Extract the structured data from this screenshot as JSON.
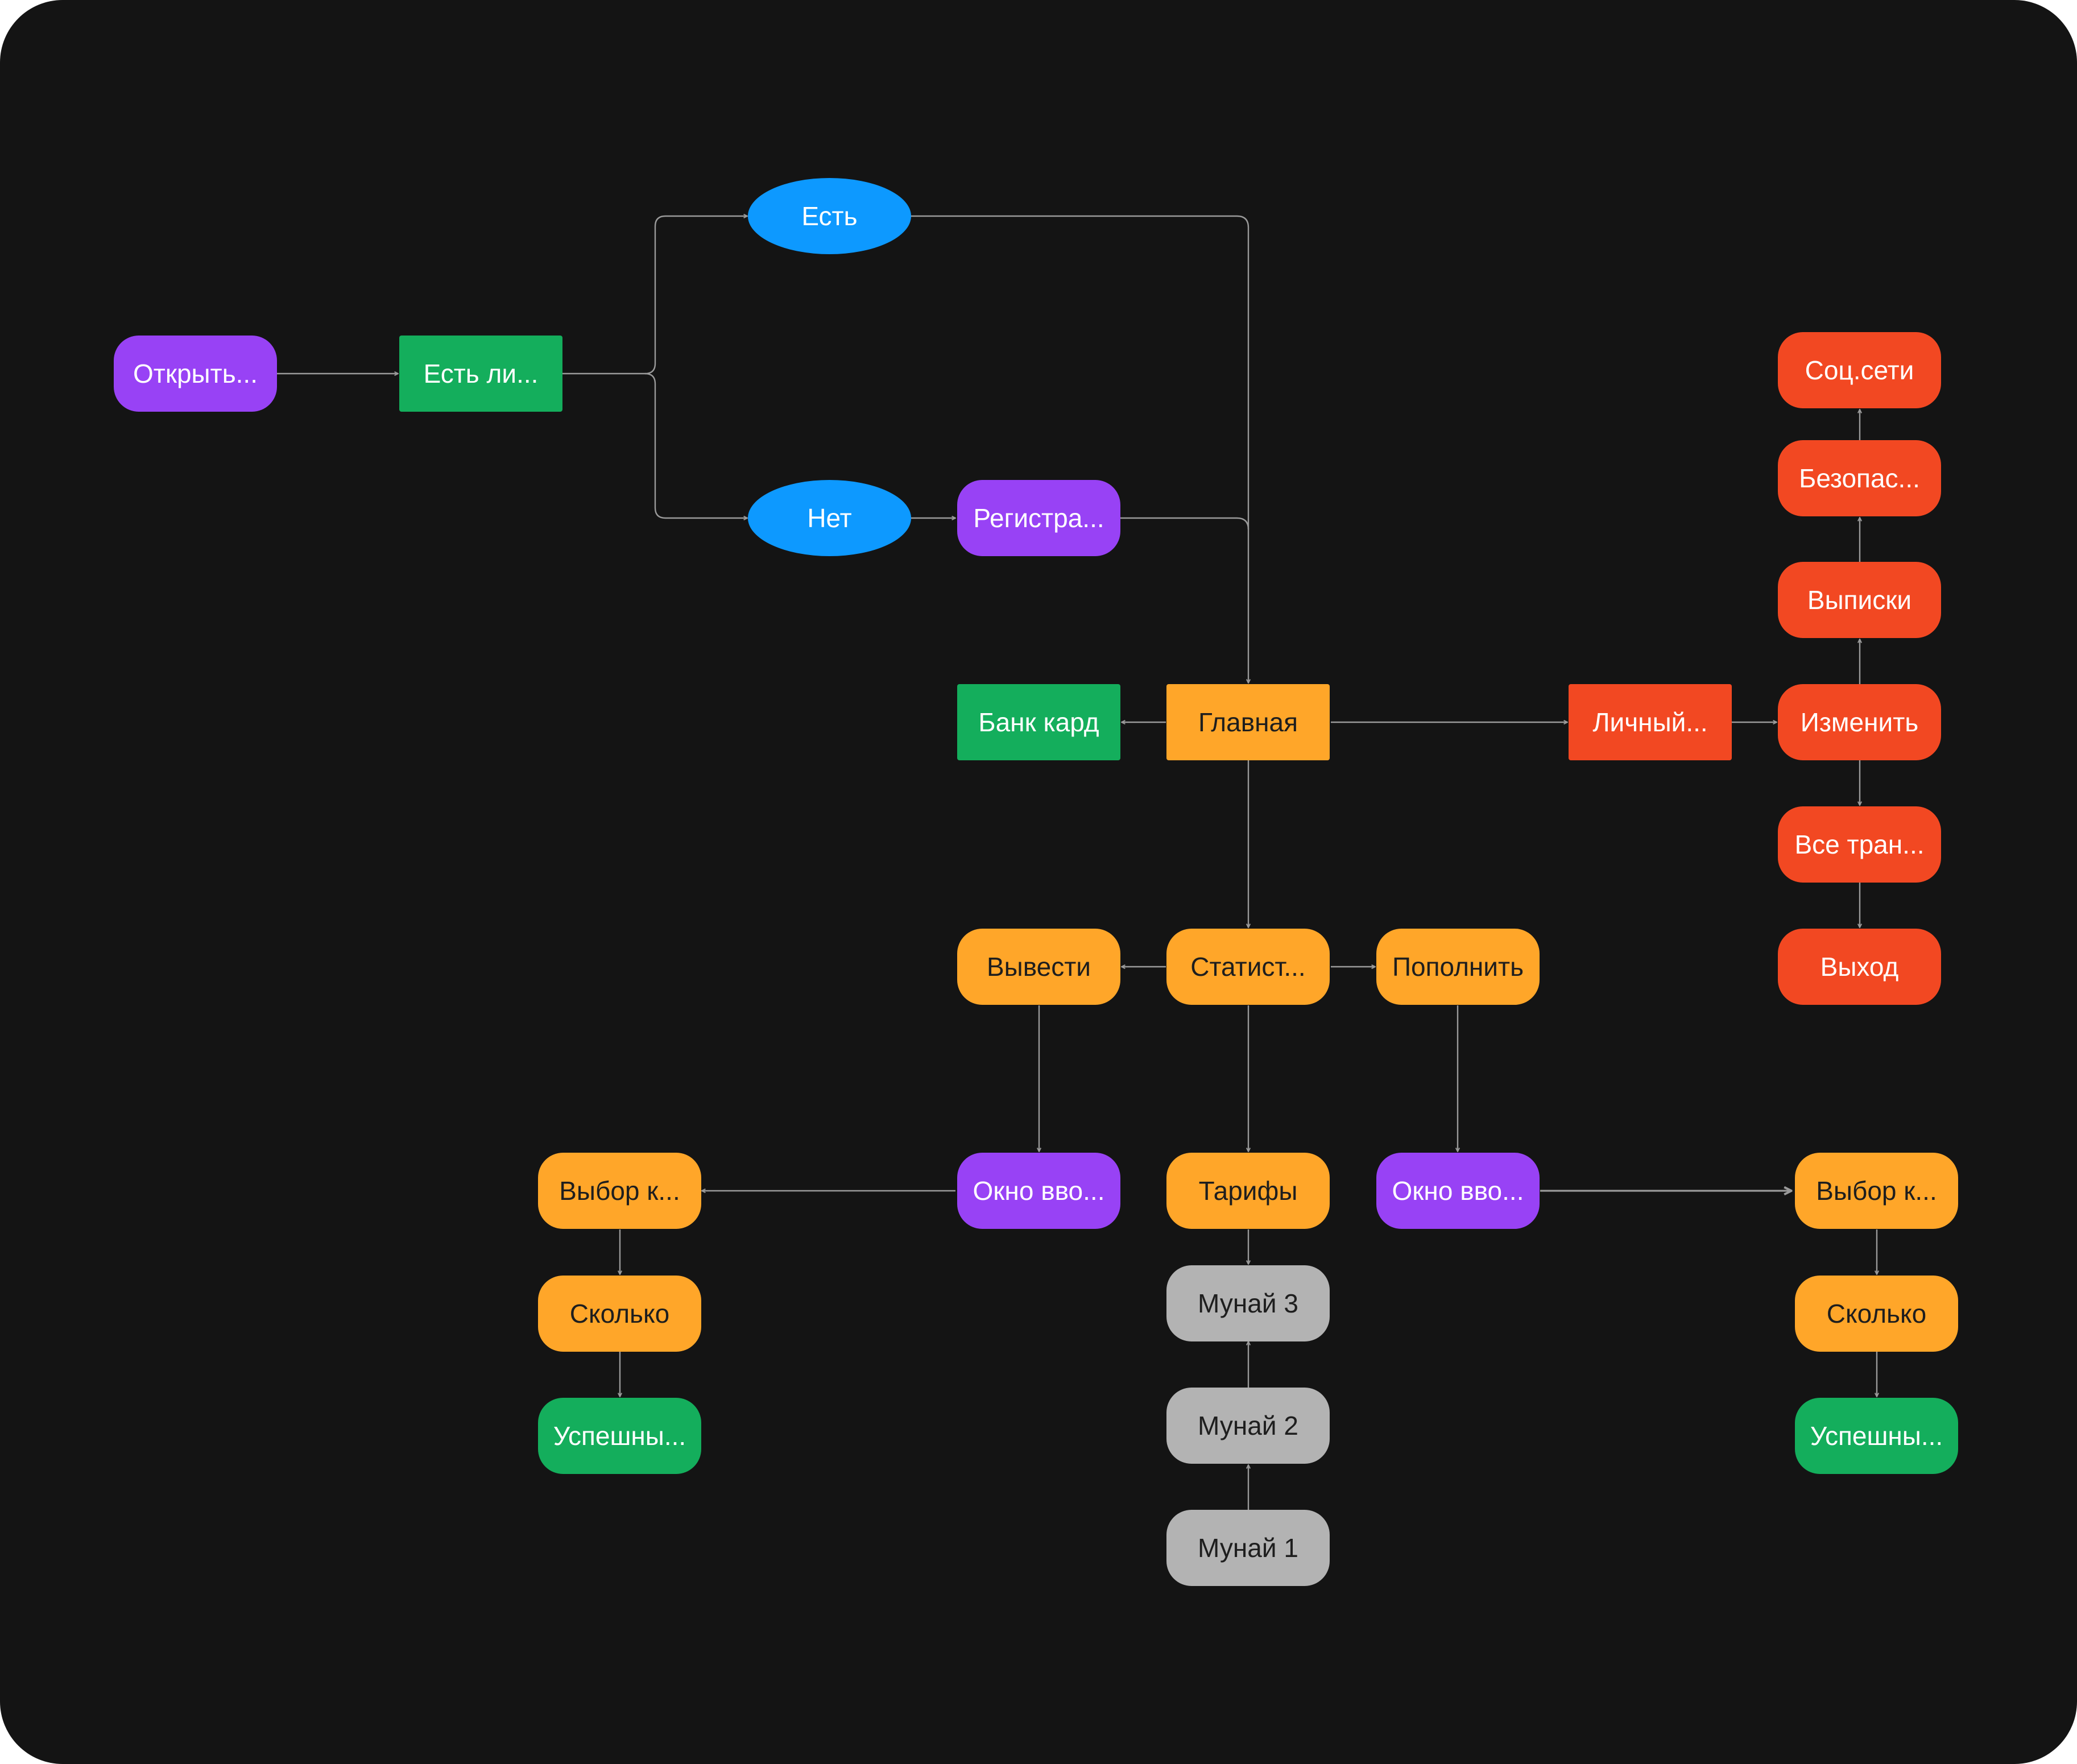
{
  "colors": {
    "background": "#141414",
    "connector": "#9a9a9a",
    "purple": "#9842f5",
    "green": "#14ae5c",
    "blue": "#0d99ff",
    "orange": "#ffa629",
    "red": "#f24822",
    "gray": "#b3b3b3"
  },
  "nodes": {
    "open_app": {
      "label": "Открыть...",
      "color": "purple"
    },
    "has_account": {
      "label": "Есть ли...",
      "color": "green"
    },
    "yes": {
      "label": "Есть",
      "color": "blue"
    },
    "no": {
      "label": "Нет",
      "color": "blue"
    },
    "registration": {
      "label": "Регистра...",
      "color": "purple"
    },
    "bank_card": {
      "label": "Банк кард",
      "color": "green"
    },
    "main": {
      "label": "Главная",
      "color": "orange"
    },
    "profile": {
      "label": "Личный...",
      "color": "red"
    },
    "edit": {
      "label": "Изменить",
      "color": "red"
    },
    "statements": {
      "label": "Выписки",
      "color": "red"
    },
    "security": {
      "label": "Безопас...",
      "color": "red"
    },
    "social": {
      "label": "Соц.сети",
      "color": "red"
    },
    "all_transactions": {
      "label": "Все тран...",
      "color": "red"
    },
    "logout": {
      "label": "Выход",
      "color": "red"
    },
    "stats": {
      "label": "Статист...",
      "color": "orange"
    },
    "withdraw": {
      "label": "Вывести",
      "color": "orange"
    },
    "top_up": {
      "label": "Пополнить",
      "color": "orange"
    },
    "withdraw_input": {
      "label": "Окно вво...",
      "color": "purple"
    },
    "tariffs": {
      "label": "Тарифы",
      "color": "orange"
    },
    "topup_input": {
      "label": "Окно вво...",
      "color": "purple"
    },
    "withdraw_choice": {
      "label": "Выбор к...",
      "color": "orange"
    },
    "withdraw_amount": {
      "label": "Сколько",
      "color": "orange"
    },
    "withdraw_success": {
      "label": "Успешны...",
      "color": "green"
    },
    "topup_choice": {
      "label": "Выбор к...",
      "color": "orange"
    },
    "topup_amount": {
      "label": "Сколько",
      "color": "orange"
    },
    "topup_success": {
      "label": "Успешны...",
      "color": "green"
    },
    "munai_3": {
      "label": "Мунай 3",
      "color": "gray"
    },
    "munai_2": {
      "label": "Мунай 2",
      "color": "gray"
    },
    "munai_1": {
      "label": "Мунай 1",
      "color": "gray"
    }
  }
}
